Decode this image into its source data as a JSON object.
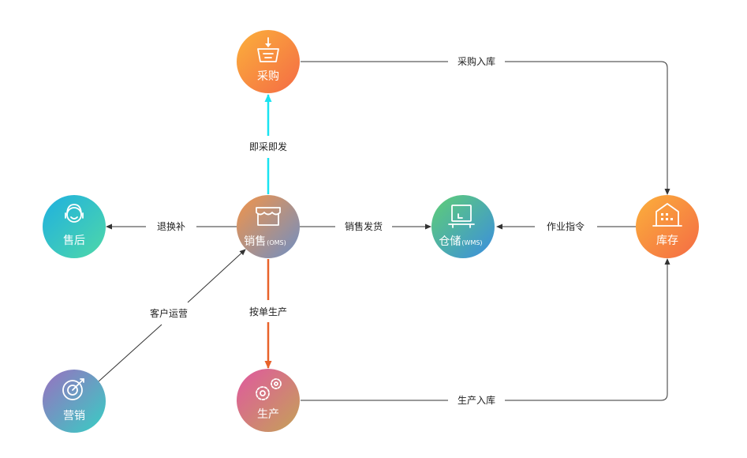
{
  "nodes": {
    "purchase": {
      "label": "采购",
      "icon": "basket-download-icon"
    },
    "after_sales": {
      "label": "售后",
      "icon": "customer-service-icon"
    },
    "sales": {
      "label": "销售",
      "sub": "(OMS)",
      "icon": "storefront-icon"
    },
    "warehouse": {
      "label": "仓储",
      "sub": "(WMS)",
      "icon": "pallet-box-icon"
    },
    "inventory": {
      "label": "库存",
      "icon": "building-icon"
    },
    "marketing": {
      "label": "营销",
      "icon": "target-icon"
    },
    "production": {
      "label": "生产",
      "icon": "gears-icon"
    }
  },
  "edges": {
    "purchase_to_inventory": "采购入库",
    "sales_to_purchase": "即采即发",
    "sales_to_after_sales": "退换补",
    "sales_to_warehouse": "销售发货",
    "inventory_to_warehouse": "作业指令",
    "marketing_to_sales": "客户运营",
    "sales_to_production": "按单生产",
    "production_to_inventory": "生产入库"
  },
  "colors": {
    "orange_gradient": [
      "#fbb03b",
      "#f46b45"
    ],
    "teal_gradient": [
      "#1fb8d8",
      "#4fd1b0"
    ],
    "sales_gradient": [
      "#f08a4b",
      "#7b86b8"
    ],
    "warehouse_gradient": [
      "#59c47a",
      "#3d8fd6"
    ],
    "marketing_gradient": [
      "#8a7cc0",
      "#3fc4c8"
    ],
    "production_gradient": [
      "#d8609c",
      "#c89a5c"
    ],
    "line_dark": "#333333",
    "line_cyan": "#19e3f0",
    "line_orange": "#e8622a"
  }
}
